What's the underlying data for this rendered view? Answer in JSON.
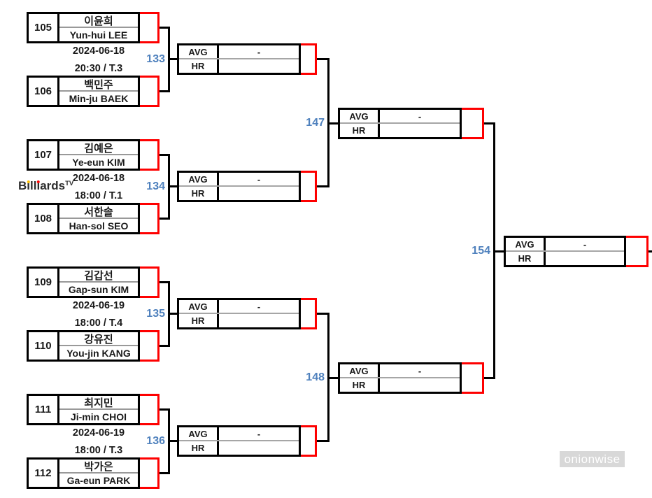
{
  "stat_labels": {
    "avg": "AVG",
    "hr": "HR"
  },
  "matches_r1": [
    {
      "code": "133",
      "date": "2024-06-18",
      "time": "20:30 / T.3",
      "top": {
        "seed": "105",
        "kr": "이윤희",
        "en": "Yun-hui LEE"
      },
      "bottom": {
        "seed": "106",
        "kr": "백민주",
        "en": "Min-ju BAEK"
      },
      "avg": "-",
      "hr": ""
    },
    {
      "code": "134",
      "date": "2024-06-18",
      "time": "18:00 / T.1",
      "top": {
        "seed": "107",
        "kr": "김예은",
        "en": "Ye-eun KIM"
      },
      "bottom": {
        "seed": "108",
        "kr": "서한솔",
        "en": "Han-sol SEO"
      },
      "avg": "-",
      "hr": ""
    },
    {
      "code": "135",
      "date": "2024-06-19",
      "time": "18:00 / T.4",
      "top": {
        "seed": "109",
        "kr": "김갑선",
        "en": "Gap-sun KIM"
      },
      "bottom": {
        "seed": "110",
        "kr": "강유진",
        "en": "You-jin KANG"
      },
      "avg": "-",
      "hr": ""
    },
    {
      "code": "136",
      "date": "2024-06-19",
      "time": "18:00 / T.3",
      "top": {
        "seed": "111",
        "kr": "최지민",
        "en": "Ji-min CHOI"
      },
      "bottom": {
        "seed": "112",
        "kr": "박가은",
        "en": "Ga-eun PARK"
      },
      "avg": "-",
      "hr": ""
    }
  ],
  "matches_r2": [
    {
      "code": "147",
      "avg": "-",
      "hr": ""
    },
    {
      "code": "148",
      "avg": "-",
      "hr": ""
    }
  ],
  "final_match": {
    "code": "154",
    "avg": "-",
    "hr": ""
  },
  "logo": {
    "b": "B",
    "i1": "i",
    "ll": "ll",
    "i2": "i",
    "ards": "ards",
    "sup": "TV"
  },
  "watermark": "onionwise",
  "colors": {
    "accent_blue": "#4f81bd",
    "bracket_red": "#fe0000",
    "line_black": "#000000",
    "divider_gray": "#999999",
    "watermark_bg": "#d8d8d8"
  }
}
